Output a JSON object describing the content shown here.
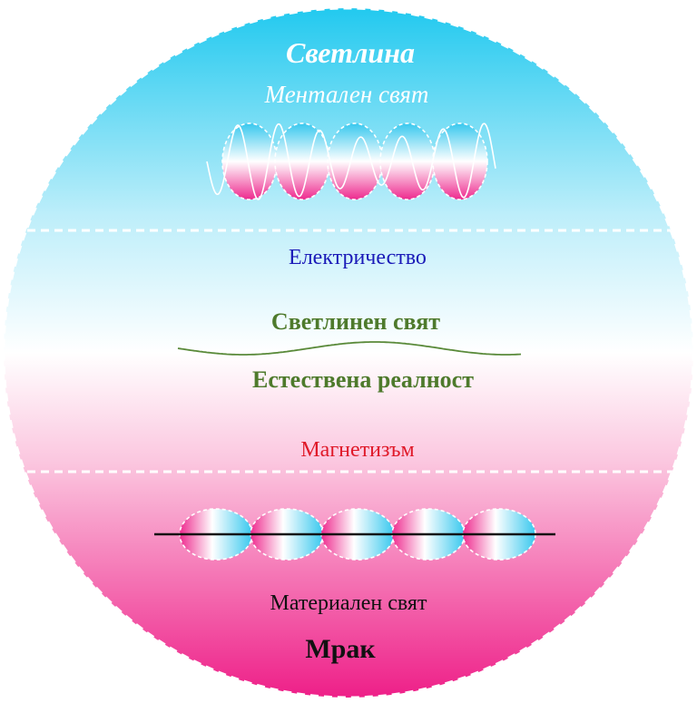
{
  "colors": {
    "sky": "#1ccdf2",
    "pink": "#f0228a",
    "white": "#ffffff",
    "blue_text": "#1a1ab8",
    "green_text": "#4e7a2c",
    "red_text": "#e01a2a",
    "black_text": "#111111",
    "wave_green": "#5a8a3a"
  },
  "top": {
    "title": "Светлина",
    "subtitle": "Ментален свят"
  },
  "middle": {
    "electricity": "Електричество",
    "light_world": "Светлинен свят",
    "natural_reality": "Естествена реалност",
    "magnetism": "Магнетизъм"
  },
  "bottom": {
    "material_world": "Материален свят",
    "darkness": "Мрак"
  },
  "beads_top_count": 5,
  "beads_bottom_count": 5
}
